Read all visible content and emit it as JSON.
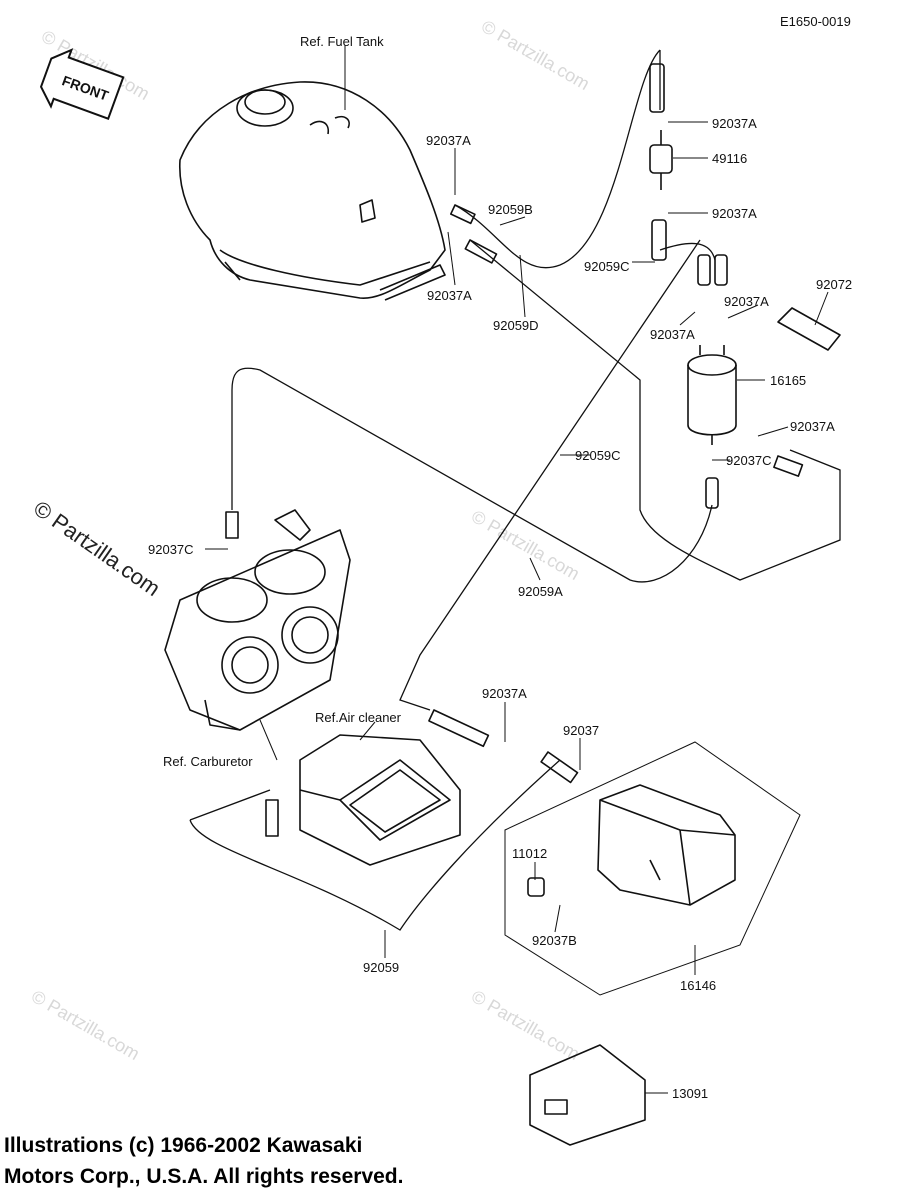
{
  "diagram_code": "E1650-0019",
  "front_badge": "FRONT",
  "watermark": "© Partzilla.com",
  "watermark_short": "Partzilla.com",
  "refs": {
    "fuel_tank": "Ref. Fuel Tank",
    "carburetor": "Ref. Carburetor",
    "air_cleaner": "Ref.Air cleaner"
  },
  "part_numbers": {
    "p92037A_1": "92037A",
    "p92037A_2": "92037A",
    "p92037A_3": "92037A",
    "p92037A_4": "92037A",
    "p92037A_5": "92037A",
    "p92037A_6": "92037A",
    "p92037A_7": "92037A",
    "p92037A_8": "92037A",
    "p49116": "49116",
    "p92059B": "92059B",
    "p92059C_1": "92059C",
    "p92059C_2": "92059C",
    "p92059D": "92059D",
    "p92072": "92072",
    "p16165": "16165",
    "p92037C_1": "92037C",
    "p92037C_2": "92037C",
    "p92059A": "92059A",
    "p92037": "92037",
    "p11012": "11012",
    "p92037B": "92037B",
    "p92059": "92059",
    "p16146": "16146",
    "p13091": "13091"
  },
  "copyright_lines": [
    "Illustrations (c) 1966-2002 Kawasaki",
    "Motors Corp., U.S.A.  All rights reserved."
  ]
}
